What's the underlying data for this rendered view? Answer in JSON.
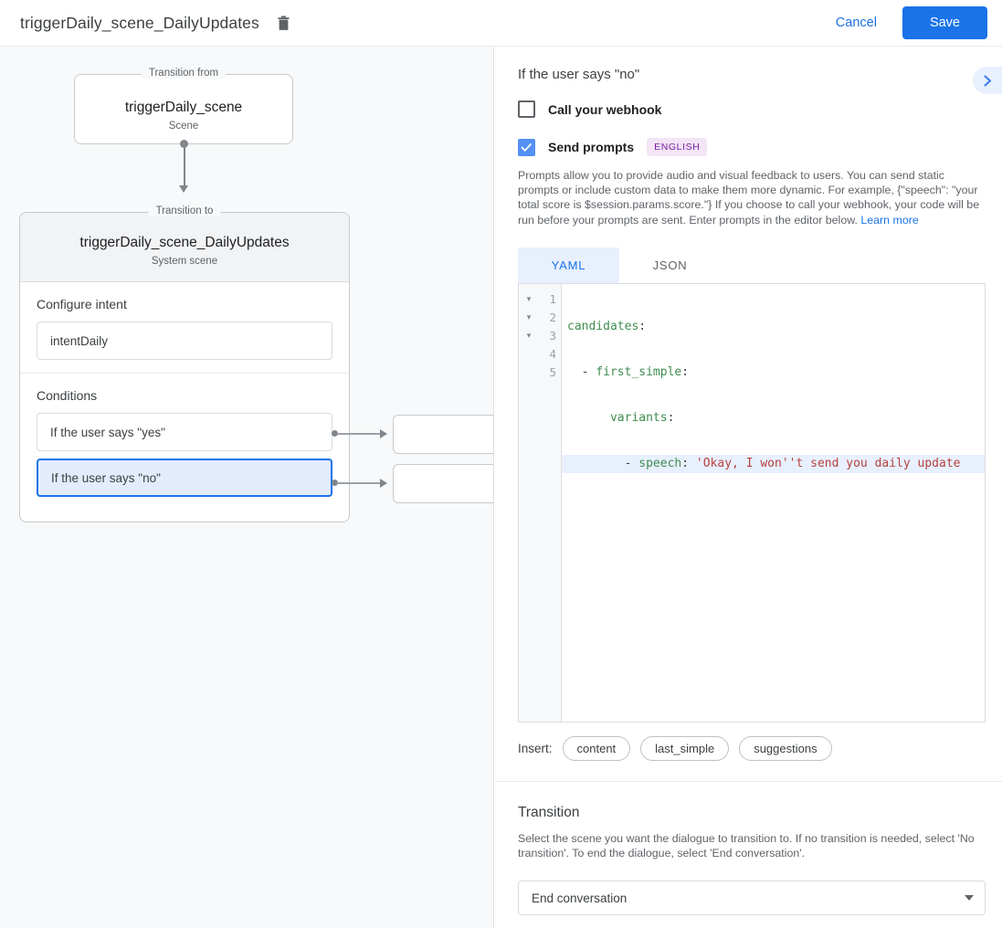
{
  "topbar": {
    "title": "triggerDaily_scene_DailyUpdates",
    "delete_icon": "trash-icon",
    "cancel_label": "Cancel",
    "save_label": "Save",
    "save_color": "#1a73e8"
  },
  "canvas": {
    "from_legend": "Transition from",
    "from_node": {
      "title": "triggerDaily_scene",
      "subtitle": "Scene"
    },
    "to_legend": "Transition to",
    "to_node": {
      "title": "triggerDaily_scene_DailyUpdates",
      "subtitle": "System scene"
    },
    "intent_section": {
      "label": "Configure intent",
      "value": "intentDaily"
    },
    "conditions_section": {
      "label": "Conditions",
      "items": [
        {
          "text": "If the user says \"yes\"",
          "selected": false
        },
        {
          "text": "If the user says \"no\"",
          "selected": true
        }
      ]
    },
    "selected_color": "#1a73e8",
    "selected_fill": "#e3ecfd"
  },
  "panel": {
    "title": "If the user says \"no\"",
    "expand_icon": "chevron-right-icon",
    "webhook": {
      "label": "Call your webhook",
      "checked": false
    },
    "prompts": {
      "label": "Send prompts",
      "checked": true,
      "badge": "ENGLISH",
      "badge_color": "#7b1fa2"
    },
    "description": "Prompts allow you to provide audio and visual feedback to users. You can send static prompts or include custom data to make them more dynamic. For example, {\"speech\": \"your total score is $session.params.score.\"} If you choose to call your webhook, your code will be run before your prompts are sent. Enter prompts in the editor below.",
    "learn_more": "Learn more",
    "tabs": [
      {
        "label": "YAML",
        "active": true
      },
      {
        "label": "JSON",
        "active": false
      }
    ],
    "editor": {
      "line_numbers": [
        "1",
        "2",
        "3",
        "4",
        "5"
      ],
      "fold_markers": [
        "▾",
        "▾",
        "▾"
      ],
      "lines": [
        {
          "num": "1",
          "key": "candidates",
          "punct": ":",
          "indent": "",
          "dash": "",
          "value": "",
          "highlight": false
        },
        {
          "num": "2",
          "key": "first_simple",
          "punct": ":",
          "indent": "  ",
          "dash": "- ",
          "value": "",
          "highlight": false
        },
        {
          "num": "3",
          "key": "variants",
          "punct": ":",
          "indent": "      ",
          "dash": "",
          "value": "",
          "highlight": false
        },
        {
          "num": "4",
          "key": "speech",
          "punct": ": ",
          "indent": "        ",
          "dash": "- ",
          "value": "'Okay, I won''t send you daily update",
          "highlight": true
        },
        {
          "num": "5",
          "key": "",
          "punct": "",
          "indent": "",
          "dash": "",
          "value": "",
          "highlight": false
        }
      ],
      "key_color": "#3f8c50",
      "string_color": "#b8413f",
      "highlight_color": "#e8f0fe"
    },
    "insert": {
      "label": "Insert:",
      "chips": [
        "content",
        "last_simple",
        "suggestions"
      ]
    },
    "transition": {
      "title": "Transition",
      "description": "Select the scene you want the dialogue to transition to. If no transition is needed, select 'No transition'. To end the dialogue, select 'End conversation'.",
      "selected_value": "End conversation",
      "dropdown_icon": "caret-down-icon"
    }
  }
}
